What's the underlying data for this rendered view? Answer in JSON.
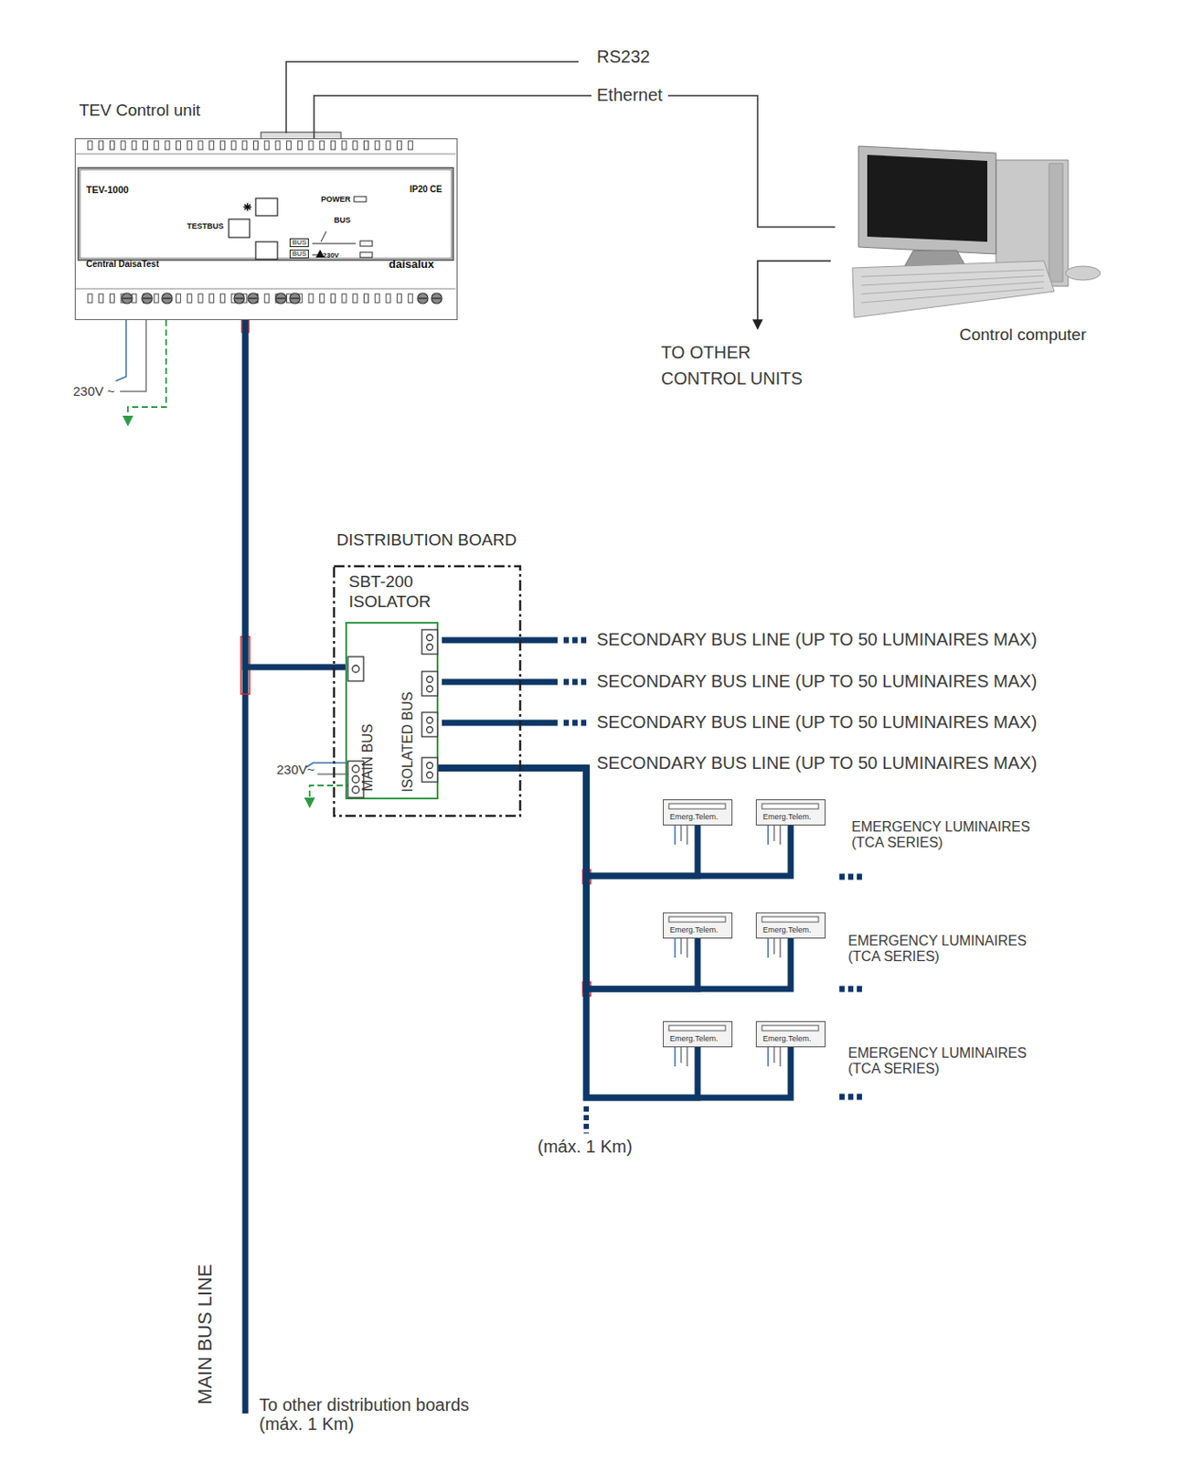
{
  "diagram": {
    "nodes": [
      {
        "text": [
          "TEV Control unit",
          "TEV-1000",
          "IP20 CE",
          "POWER",
          "BUS",
          "TESTBUS",
          "Central DaisaTest",
          "daisalux",
          "BUS",
          "BUS",
          "230V"
        ]
      },
      {
        "text": [
          "Control computer"
        ]
      },
      {
        "text": [
          "DISTRIBUTION BOARD"
        ]
      },
      {
        "text": [
          "SBT-200 ISOLATOR",
          "MAIN BUS",
          "ISOLATED BUS"
        ],
        "in": 2
      },
      {
        "text": [
          "Emerg.Telem."
        ]
      },
      {
        "text": [
          "Emerg.Telem."
        ]
      },
      {
        "text": [
          "Emerg.Telem."
        ]
      },
      {
        "text": [
          "Emerg.Telem."
        ]
      },
      {
        "text": [
          "Emerg.Telem."
        ]
      },
      {
        "text": [
          "Emerg.Telem."
        ]
      }
    ],
    "edges": [
      {
        "from": 0,
        "to": 1,
        "arrow": "none",
        "label": "Ethernet"
      },
      {
        "from": 0,
        "to": 3,
        "arrow": "none"
      },
      {
        "from": 3,
        "to": 4,
        "arrow": "none"
      },
      {
        "from": 3,
        "to": 5,
        "arrow": "none"
      },
      {
        "from": 3,
        "to": 6,
        "arrow": "none"
      },
      {
        "from": 3,
        "to": 7,
        "arrow": "none"
      },
      {
        "from": 3,
        "to": 8,
        "arrow": "none"
      },
      {
        "from": 3,
        "to": 9,
        "arrow": "none"
      }
    ],
    "labels": [
      "RS232",
      "TO OTHER CONTROL UNITS",
      "230V ~",
      "230V~",
      "SECONDARY BUS LINE (UP TO 50 LUMINAIRES MAX)",
      "SECONDARY BUS LINE (UP TO 50 LUMINAIRES MAX)",
      "SECONDARY BUS LINE (UP TO 50 LUMINAIRES MAX)",
      "SECONDARY BUS LINE (UP TO 50 LUMINAIRES MAX)",
      "EMERGENCY LUMINAIRES (TCA SERIES)",
      "EMERGENCY LUMINAIRES (TCA SERIES)",
      "EMERGENCY LUMINAIRES (TCA SERIES)",
      "(máx. 1 Km)",
      "MAIN BUS LINE",
      "To other distribution boards (máx. 1 Km)"
    ]
  }
}
